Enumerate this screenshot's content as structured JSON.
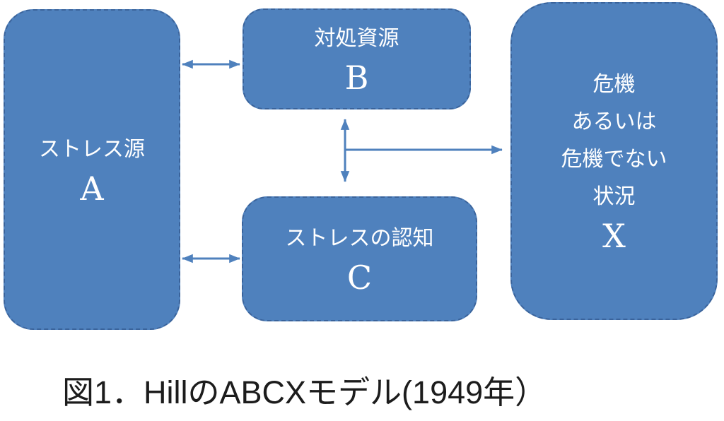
{
  "caption": "図1．HillのABCXモデル(1949年）",
  "colors": {
    "background": "#ffffff",
    "box_fill": "#4f81bd",
    "box_border": "#3a639b",
    "box_text": "#ffffff",
    "arrow": "#4f81bd",
    "caption_text": "#1c1c1c"
  },
  "nodes": [
    {
      "id": "A",
      "lines": [
        "ストレス源"
      ],
      "letter": "A"
    },
    {
      "id": "B",
      "lines": [
        "対処資源"
      ],
      "letter": "B"
    },
    {
      "id": "C",
      "lines": [
        "ストレスの認知"
      ],
      "letter": "C"
    },
    {
      "id": "X",
      "lines": [
        "危機",
        "あるいは",
        "危機でない",
        "状況"
      ],
      "letter": "X"
    }
  ],
  "connections": [
    {
      "from": "A",
      "to": "B",
      "style": "double-headed"
    },
    {
      "from": "A",
      "to": "C",
      "style": "double-headed"
    },
    {
      "from": "B",
      "to": "C",
      "style": "double-headed"
    },
    {
      "from": "B-C-midpoint",
      "to": "X",
      "style": "single-headed"
    }
  ]
}
